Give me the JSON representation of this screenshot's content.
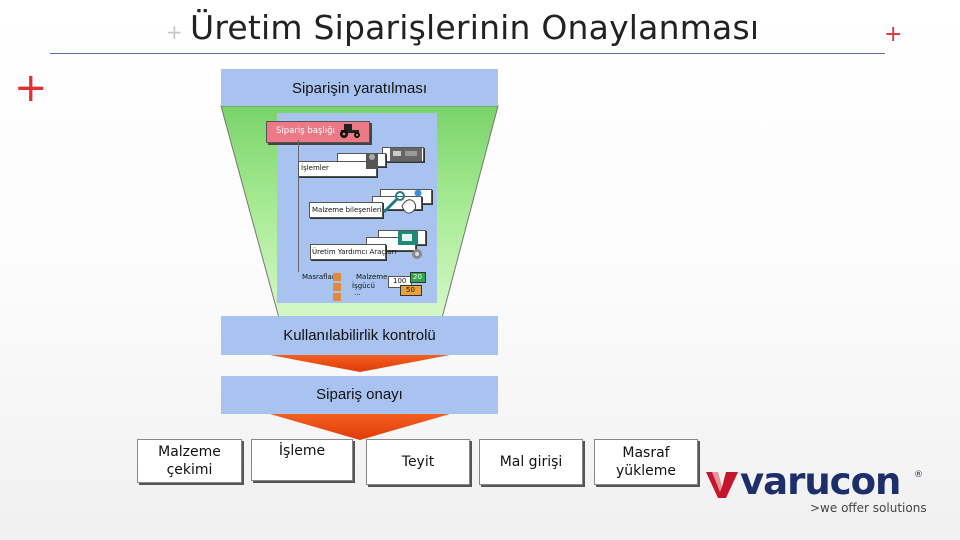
{
  "slide": {
    "title": "Üretim Siparişlerinin Onaylanması"
  },
  "funnel": {
    "stage_create": "Siparişin yaratılması",
    "stage_availability": "Kullanılabilirlik kontrolü",
    "stage_release": "Sipariş onayı"
  },
  "order_detail": {
    "header_label": "Sipariş başlığı",
    "operations_label": "İşlemler",
    "components_label": "Malzeme bileşenleri",
    "prt_label": "Üretim Yardımcı Araçları",
    "costs_label": "Masraflar",
    "cost_material": "Malzeme",
    "cost_labor": "İşgücü",
    "cost_more": "...",
    "cost_value_100": "100",
    "cost_value_20": "20",
    "cost_value_50": "50"
  },
  "process_steps": [
    {
      "label": "Malzeme çekimi"
    },
    {
      "label": "İşleme"
    },
    {
      "label": "Teyit"
    },
    {
      "label": "Mal girişi"
    },
    {
      "label": "Masraf yükleme"
    }
  ],
  "logo": {
    "brand": "varucon",
    "tagline": ">we offer solutions",
    "registered": "®"
  },
  "colors": {
    "band_blue": "#a9c3f1",
    "funnel_green": "#8ee07a",
    "arrow_orange": "#ee4a10",
    "accent_red": "#d33333",
    "logo_red": "#c4172c",
    "logo_navy": "#1d2f6a"
  }
}
